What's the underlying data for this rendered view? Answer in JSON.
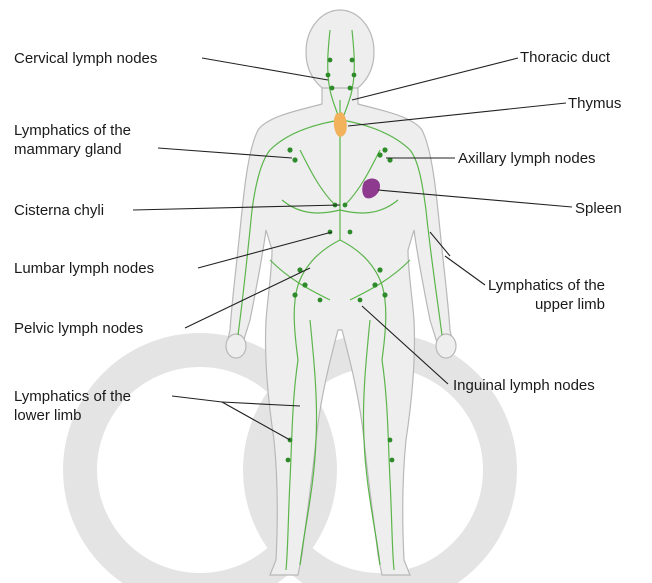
{
  "colors": {
    "background": "#ffffff",
    "body_fill": "#eeeeee",
    "body_outline": "#b8b8b8",
    "lymph_vessels": "#4caf3a",
    "lymph_nodes": "#2e8b2a",
    "thymus": "#f2b25c",
    "spleen": "#8e3a8e",
    "watermark": "#d9d9d9",
    "leader_lines": "#222222",
    "label_text": "#1a1a1a"
  },
  "labels": {
    "cervical": "Cervical lymph nodes",
    "thoracic": "Thoracic duct",
    "thymus": "Thymus",
    "mammary": "Lymphatics of the\nmammary gland",
    "axillary": "Axillary lymph nodes",
    "cisterna": "Cisterna chyli",
    "spleen": "Spleen",
    "lumbar": "Lumbar lymph nodes",
    "upper_limb": "Lymphatics of the\nupper limb",
    "pelvic": "Pelvic lymph nodes",
    "inguinal": "Inguinal lymph nodes",
    "lower_limb": "Lymphatics of the\nlower limb"
  }
}
